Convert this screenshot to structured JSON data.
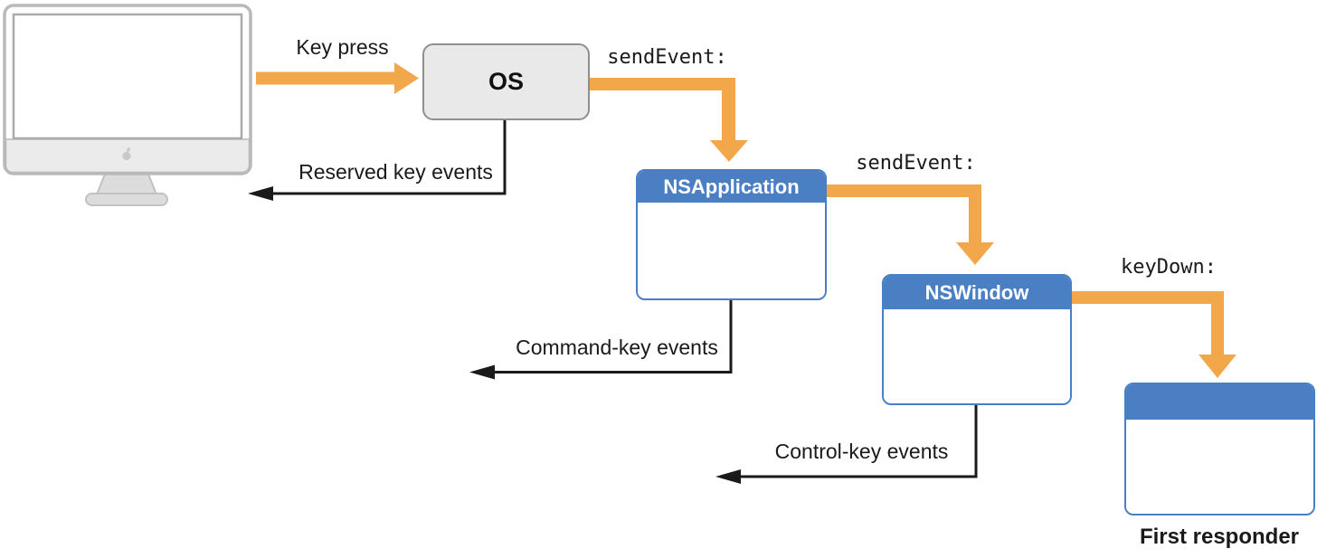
{
  "diagram": {
    "title_hint": "Key event dispatch flow (OS to first responder)",
    "labels": {
      "key_press": "Key press",
      "reserved_key_events": "Reserved key events",
      "command_key_events": "Command-key events",
      "control_key_events": "Control-key events",
      "send_event_1": "sendEvent:",
      "send_event_2": "sendEvent:",
      "key_down": "keyDown:"
    },
    "nodes": {
      "os": {
        "title": "OS"
      },
      "nsapplication": {
        "title": "NSApplication"
      },
      "nswindow": {
        "title": "NSWindow"
      },
      "first_responder": {
        "title": "",
        "caption": "First responder"
      }
    },
    "icons": {
      "monitor": "imac-display-icon",
      "apple_logo": "apple-logo-icon"
    },
    "colors": {
      "arrow_orange": "#F2A74B",
      "node_blue": "#4B7FC4",
      "os_gray": "#E9E9E9",
      "os_border": "#8F8F8F",
      "line_black": "#1A1A1A",
      "monitor_border": "#B9B9B9",
      "monitor_gray": "#DCDCDC"
    }
  }
}
